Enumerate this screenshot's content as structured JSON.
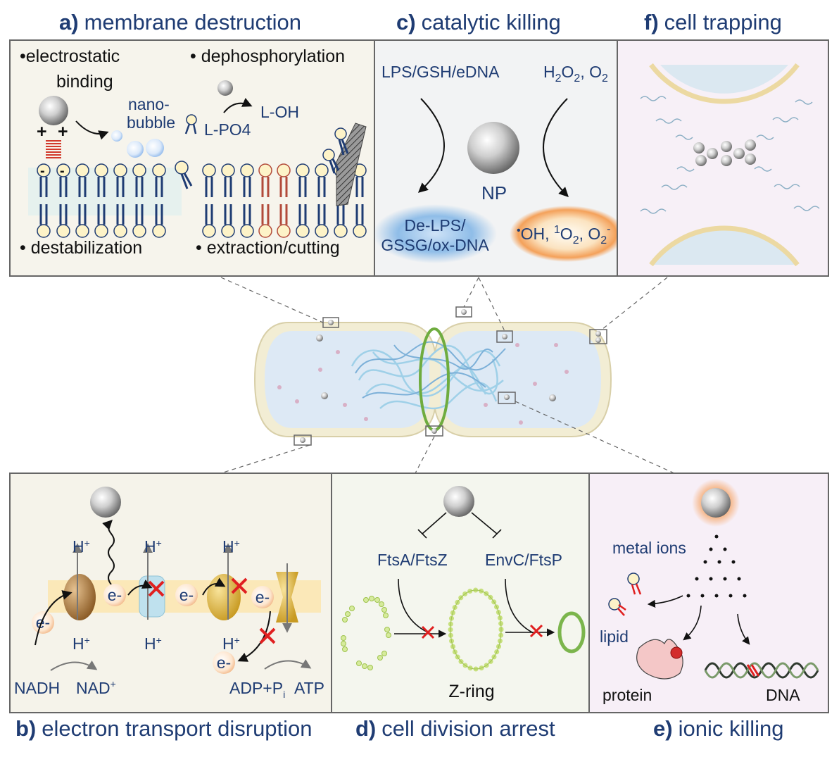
{
  "titles": {
    "a_letter": "a)",
    "a_text": "membrane destruction",
    "b_letter": "b)",
    "b_text": "electron transport disruption",
    "c_letter": "c)",
    "c_text": "catalytic killing",
    "d_letter": "d)",
    "d_text": "cell division arrest",
    "e_letter": "e)",
    "e_text": "ionic killing",
    "f_letter": "f)",
    "f_text": "cell trapping"
  },
  "panel_a": {
    "electrostatic": "•electrostatic",
    "binding": "binding",
    "dephos": "• dephosphorylation",
    "nano": "nano-",
    "bubble": "bubble",
    "lpo4": "L-PO4",
    "loh": "L-OH",
    "plus": "+",
    "minus": "-",
    "destab": "• destabilization",
    "extraction": "• extraction/cutting"
  },
  "panel_b": {
    "h": "H",
    "plus": "+",
    "e": "e-",
    "nadh": "NADH",
    "nad": "NAD",
    "adp": "ADP+P",
    "sub_i": "i",
    "atp": "ATP"
  },
  "panel_c": {
    "reactants_left": "LPS/GSH/eDNA",
    "h": "H",
    "two": "2",
    "o": "O",
    "comma": ", ",
    "o2": "O",
    "np": "NP",
    "products_left_1": "De-LPS/",
    "products_left_2": "GSSG/ox-DNA",
    "dot": "•",
    "oh": "OH, ",
    "sup1": "1",
    "o2b": "O",
    "comma2": ", ",
    "o2c": "O",
    "minus": "-"
  },
  "panel_d": {
    "ftsa": "FtsA/FtsZ",
    "envc": "EnvC/FtsP",
    "zring": "Z-ring"
  },
  "panel_e": {
    "metal": "metal ions",
    "lipid": "lipid",
    "protein": "protein",
    "dna": "DNA"
  }
}
